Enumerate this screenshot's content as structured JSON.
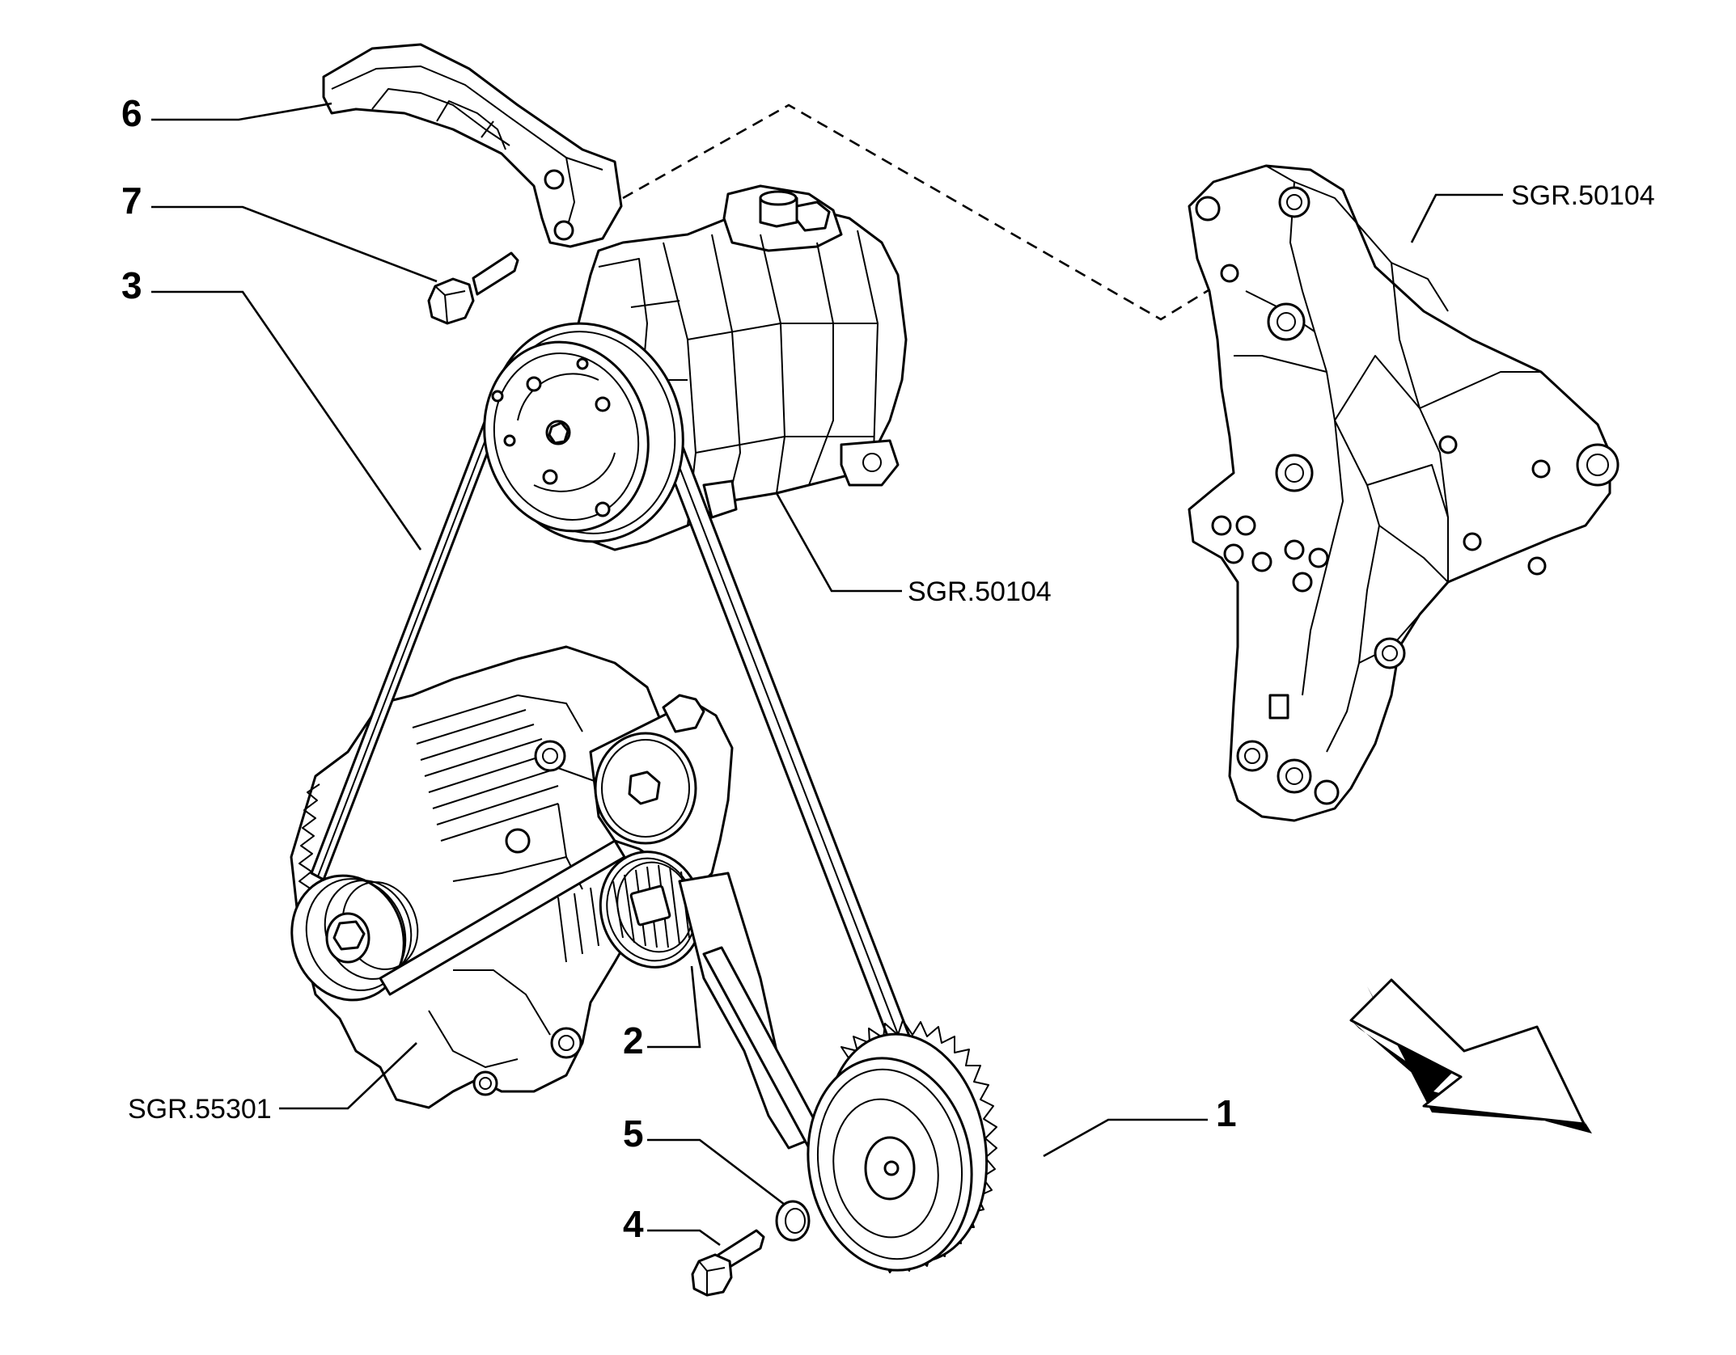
{
  "callouts": {
    "part_1": "1",
    "part_2": "2",
    "part_3": "3",
    "part_4": "4",
    "part_5": "5",
    "part_6": "6",
    "part_7": "7"
  },
  "references": {
    "compressor": "SGR.50104",
    "bracket": "SGR.50104",
    "alternator": "SGR.55301"
  },
  "icons": {
    "direction_arrow": "arrow-down-right-icon"
  }
}
